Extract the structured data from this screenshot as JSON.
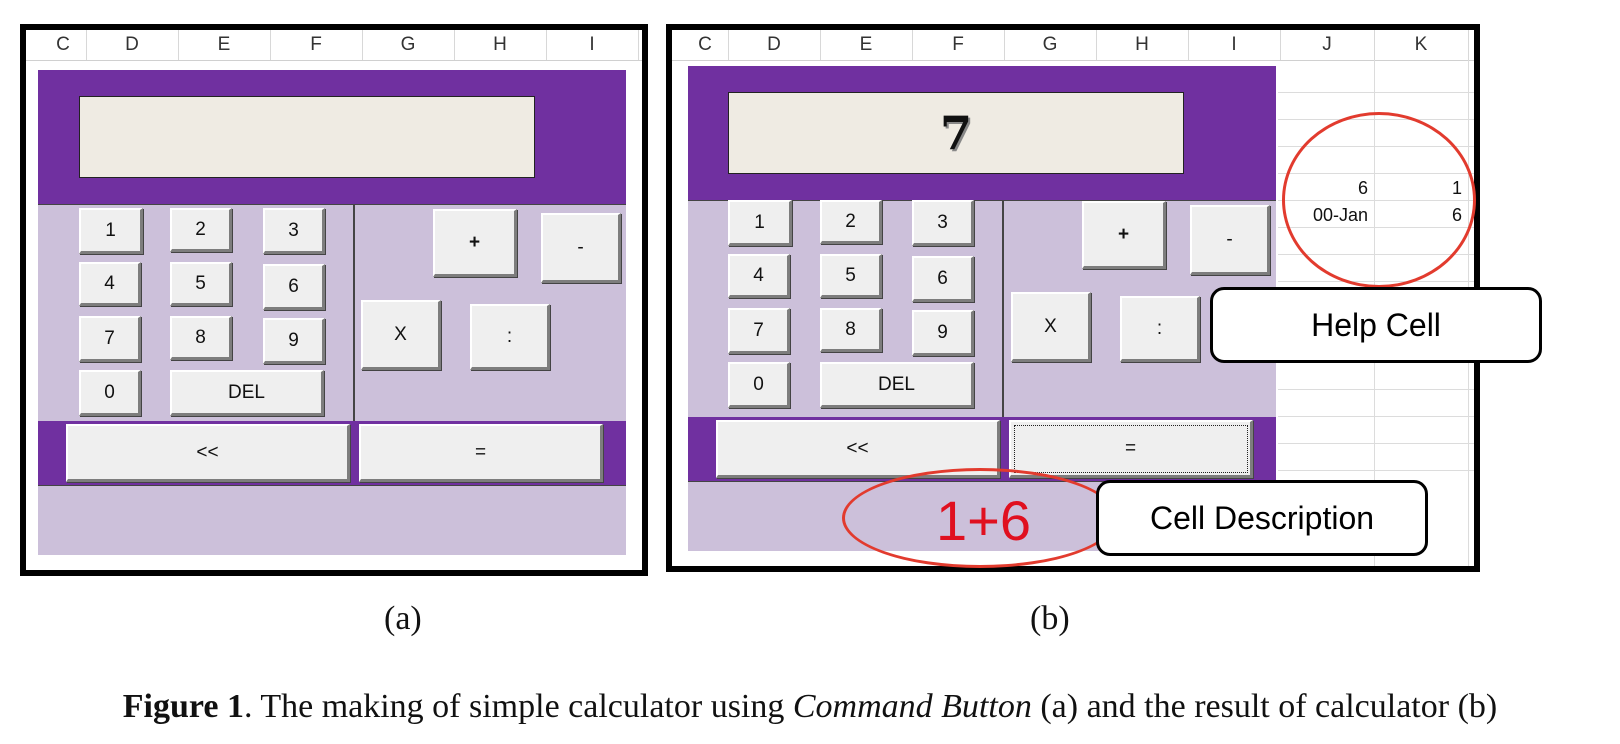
{
  "panel_a": {
    "columns": [
      "C",
      "D",
      "E",
      "F",
      "G",
      "H",
      "I"
    ],
    "keys": {
      "k1": "1",
      "k2": "2",
      "k3": "3",
      "k4": "4",
      "k5": "5",
      "k6": "6",
      "k7": "7",
      "k8": "8",
      "k9": "9",
      "k0": "0",
      "del": "DEL",
      "plus": "+",
      "minus": "-",
      "times": "X",
      "divide": ":",
      "back": "<<",
      "equals": "="
    }
  },
  "panel_b": {
    "columns": [
      "C",
      "D",
      "E",
      "F",
      "G",
      "H",
      "I",
      "J",
      "K"
    ],
    "display_value": "7",
    "keys": {
      "k1": "1",
      "k2": "2",
      "k3": "3",
      "k4": "4",
      "k5": "5",
      "k6": "6",
      "k7": "7",
      "k8": "8",
      "k9": "9",
      "k0": "0",
      "del": "DEL",
      "plus": "+",
      "minus": "-",
      "times": "X",
      "divide": ":",
      "back": "<<",
      "equals": "="
    },
    "help_cells": {
      "j1": "6",
      "k1": "1",
      "j2": "00-Jan",
      "k2": "6"
    },
    "description_value": "1+6",
    "callout_help": "Help Cell",
    "callout_desc": "Cell Description"
  },
  "labels": {
    "a": "(a)",
    "b": "(b)"
  },
  "caption": {
    "bold": "Figure 1",
    "text1": ". The making of simple calculator using ",
    "italic": "Command Button",
    "text2": " (a) and the result of calculator (b)"
  },
  "colors": {
    "purple": "#7030a0",
    "lavender": "#ccc0da",
    "display_bg": "#efebe3",
    "annotation_red": "#e23b2e"
  }
}
